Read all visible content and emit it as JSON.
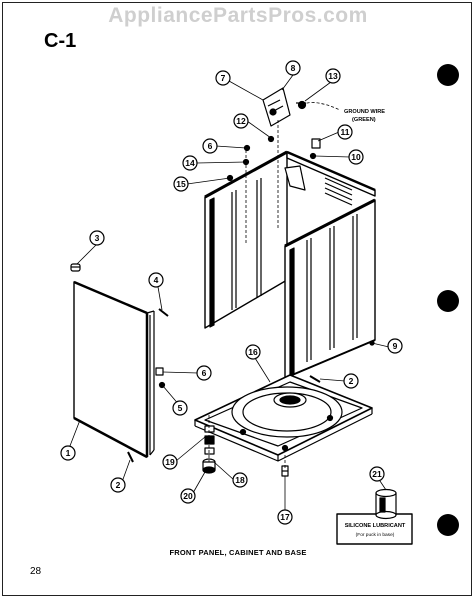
{
  "header": {
    "watermark": "AppliancePartsPros.com",
    "section_code": "C-1"
  },
  "notes": {
    "ground_wire_line1": "GROUND WIRE",
    "ground_wire_line2": "(GREEN)",
    "lubricant_title": "SILICONE LUBRICANT",
    "lubricant_sub": "(For puck in base)"
  },
  "callouts": [
    {
      "id": "c7",
      "label": "7"
    },
    {
      "id": "c8",
      "label": "8"
    },
    {
      "id": "c13",
      "label": "13"
    },
    {
      "id": "c12",
      "label": "12"
    },
    {
      "id": "c11",
      "label": "11"
    },
    {
      "id": "c6a",
      "label": "6"
    },
    {
      "id": "c10",
      "label": "10"
    },
    {
      "id": "c14",
      "label": "14"
    },
    {
      "id": "c15",
      "label": "15"
    },
    {
      "id": "c3a",
      "label": "3"
    },
    {
      "id": "c4",
      "label": "4"
    },
    {
      "id": "c16",
      "label": "16"
    },
    {
      "id": "c9",
      "label": "9"
    },
    {
      "id": "c6b",
      "label": "6"
    },
    {
      "id": "c5",
      "label": "5"
    },
    {
      "id": "c2a",
      "label": "2"
    },
    {
      "id": "c1",
      "label": "1"
    },
    {
      "id": "c19",
      "label": "19"
    },
    {
      "id": "c18",
      "label": "18"
    },
    {
      "id": "c2b",
      "label": "2"
    },
    {
      "id": "c20",
      "label": "20"
    },
    {
      "id": "c21",
      "label": "21"
    },
    {
      "id": "c17",
      "label": "17"
    }
  ],
  "footer": {
    "caption": "FRONT PANEL, CABINET AND BASE",
    "page_number": "28"
  }
}
